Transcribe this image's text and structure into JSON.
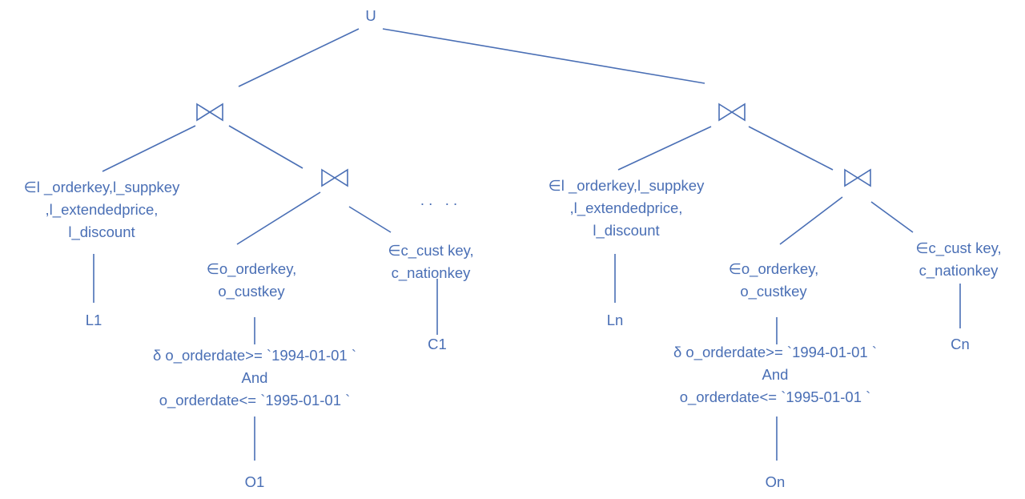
{
  "colors": {
    "stroke": "#4a6fb5",
    "text": "#4a6fb5",
    "background": "#ffffff"
  },
  "root": {
    "label": "U"
  },
  "ellipsis": ". .   . .",
  "branches": [
    {
      "join_outer_symbol": "join-icon",
      "join_inner_symbol": "join-icon",
      "lineitem_projection": [
        "∈l _orderkey,l_suppkey",
        ",l_extendedprice,",
        "l_discount"
      ],
      "lineitem_table": "L1",
      "orders_projection": [
        "∈o_orderkey,",
        "o_custkey"
      ],
      "orders_selection": [
        "δ o_orderdate>= `1994-01-01 `",
        "And",
        "o_orderdate<= `1995-01-01 `"
      ],
      "orders_table": "O1",
      "customer_projection": [
        "∈c_cust key,",
        "c_nationkey"
      ],
      "customer_table": "C1"
    },
    {
      "join_outer_symbol": "join-icon",
      "join_inner_symbol": "join-icon",
      "lineitem_projection": [
        "∈l _orderkey,l_suppkey",
        ",l_extendedprice,",
        "l_discount"
      ],
      "lineitem_table": "Ln",
      "orders_projection": [
        "∈o_orderkey,",
        "o_custkey"
      ],
      "orders_selection": [
        "δ o_orderdate>= `1994-01-01 `",
        "And",
        "o_orderdate<= `1995-01-01 `"
      ],
      "orders_table": "On",
      "customer_projection": [
        "∈c_cust key,",
        "c_nationkey"
      ],
      "customer_table": "Cn"
    }
  ]
}
